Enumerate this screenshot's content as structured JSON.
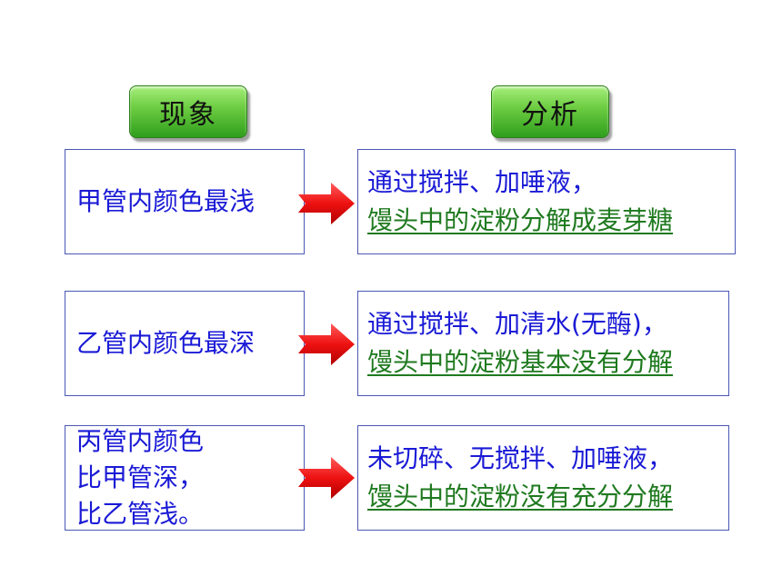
{
  "headers": {
    "phenomenon": "现象",
    "analysis": "分析"
  },
  "rows": [
    {
      "phenomenon": [
        "甲管内颜色最浅"
      ],
      "analysis_line1": "通过搅拌、加唾液，",
      "analysis_line2": "馒头中的淀粉分解成麦芽糖"
    },
    {
      "phenomenon": [
        "乙管内颜色最深"
      ],
      "analysis_line1": "通过搅拌、加清水(无酶)，",
      "analysis_line2": "馒头中的淀粉基本没有分解"
    },
    {
      "phenomenon": [
        "丙管内颜色",
        "比甲管深，",
        "比乙管浅。"
      ],
      "analysis_line1": "未切碎、无搅拌、加唾液，",
      "analysis_line2": "馒头中的淀粉没有充分分解"
    }
  ],
  "colors": {
    "header_green": "#5fbf3a",
    "text_blue": "#1a1ad6",
    "text_green": "#1f7a1f",
    "arrow_red": "#ee1111",
    "box_border": "#4a57b5"
  },
  "icons": {
    "arrow": "right-arrow-icon"
  }
}
